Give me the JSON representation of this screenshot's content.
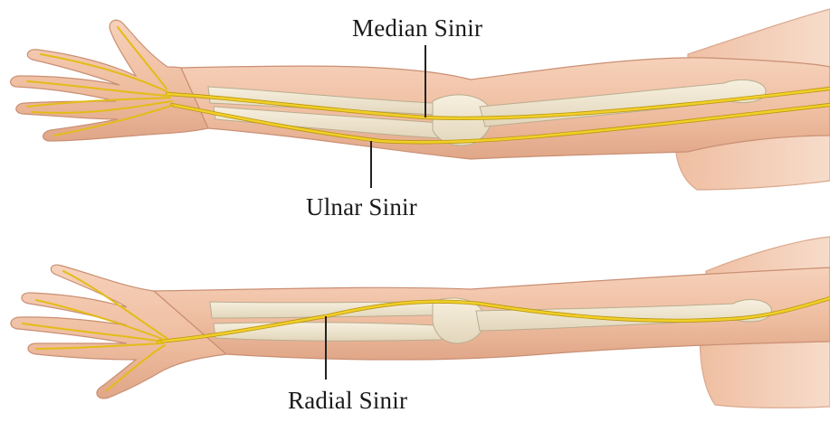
{
  "labels": {
    "median": "Median Sinir",
    "ulnar": "Ulnar Sinir",
    "radial": "Radial Sinir"
  },
  "colors": {
    "skin": "#f2c4a8",
    "skin_shadow": "#dca487",
    "skin_outline": "#c98f73",
    "bone": "#efe6d0",
    "bone_outline": "#b9ac8f",
    "nerve": "#e8c21a",
    "nerve_outline": "#b9960c",
    "leader_line": "#222222",
    "text": "#1a1a1a"
  },
  "panels": [
    {
      "name": "top-arm",
      "nerves": [
        "median",
        "ulnar"
      ]
    },
    {
      "name": "bottom-arm",
      "nerves": [
        "radial"
      ]
    }
  ]
}
